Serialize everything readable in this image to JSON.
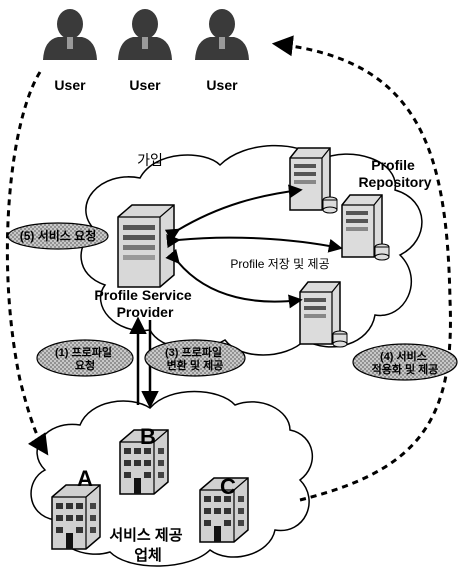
{
  "users": [
    "User",
    "User",
    "User"
  ],
  "labels": {
    "join": "가입",
    "profile_repository": "Profile\nRepository",
    "profile_service_provider": "Profile Service\nProvider",
    "store_and_provide": "Profile 저장 및 제공",
    "providers_title": "서비스 제공\n업체"
  },
  "steps": {
    "request_service": "(5) 서비스 요청",
    "request_profile": "(1) 프로파일\n요청",
    "convert_provide": "(3) 프로파일\n변환 및 제공",
    "apply_service": "(4) 서비스\n적용화 및 제공"
  },
  "buildings": [
    "A",
    "B",
    "C"
  ],
  "colors": {
    "ink": "#000000",
    "user_fill": "#3a3a3a",
    "oval_fill": "#b9b9b9",
    "cloud_fill": "#ffffff",
    "server_fill": "#dcdcdc"
  }
}
